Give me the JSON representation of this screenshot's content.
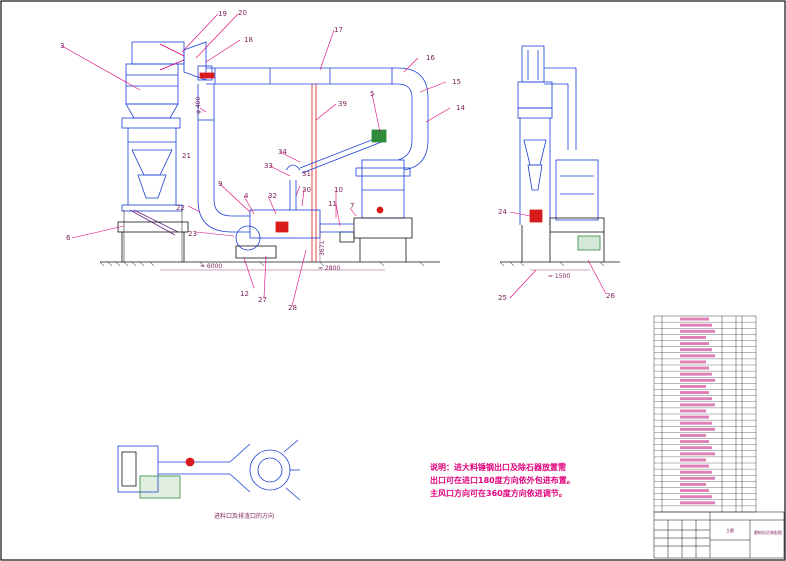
{
  "callouts": {
    "c3": "3",
    "c19": "19",
    "c20": "20",
    "c18": "18",
    "c17": "17",
    "c16": "16",
    "c15": "15",
    "c14": "14",
    "c39": "39",
    "c5": "5",
    "c21": "21",
    "c34": "34",
    "c33": "33",
    "c31": "31",
    "c9": "9",
    "c4": "4",
    "c32": "32",
    "c30": "30",
    "c10": "10",
    "c11": "11",
    "c7": "7",
    "c22": "22",
    "c23": "23",
    "c6": "6",
    "c12": "12",
    "c27": "27",
    "c28": "28",
    "c24": "24",
    "c25": "25",
    "c26": "26"
  },
  "dimensions": {
    "d_duct": "φ 400",
    "d_span": "≈ 6000",
    "d_height": "3671",
    "d_base": "≈ 2800",
    "d_side": "≈ 1500"
  },
  "notes": {
    "line1": "说明：进大料锤钢出口及除石器放置需",
    "line2": "出口可在进口180度方向依外包进布置。",
    "line3": "主风口方向可在360度方向依进调节。",
    "plan_label": "进料口及排渣口的方向"
  },
  "title_block": {
    "name": "立磨",
    "code": "磨粉机总装配图"
  },
  "colors": {
    "outline": "#1a3fd6",
    "leader": "#e0007a",
    "text": "#7a1f5a",
    "frame": "#111111",
    "motor": "#2f8a3a",
    "valve": "#d81b1b"
  }
}
